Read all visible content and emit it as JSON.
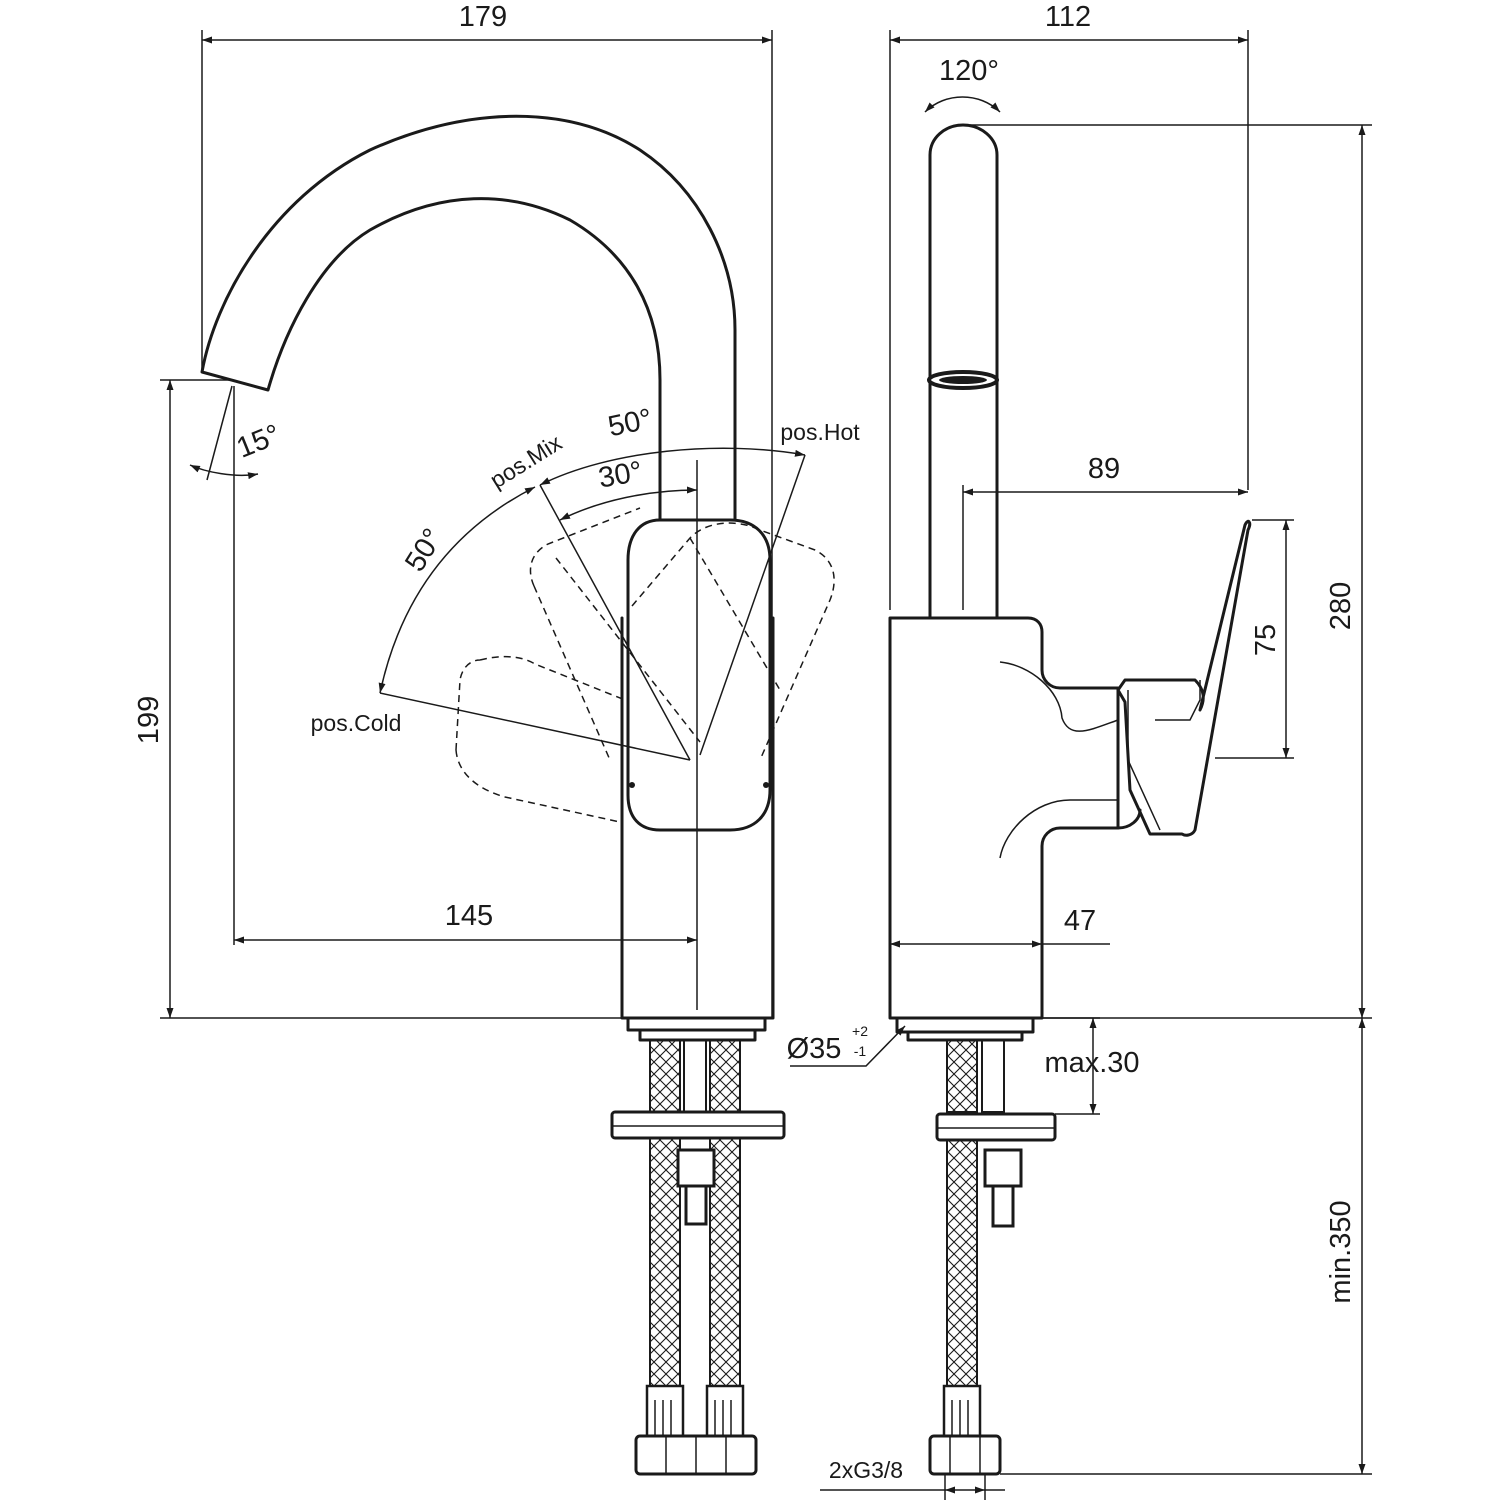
{
  "front_view": {
    "dim_width": "179",
    "dim_height": "199",
    "dim_reach": "145",
    "dim_spout_angle": "15°",
    "lever_angle_outer": "50°",
    "lever_angle_inner": "30°",
    "lever_angle_left": "50°",
    "label_pos_mix": "pos.Mix",
    "label_pos_hot": "pos.Hot",
    "label_pos_cold": "pos.Cold"
  },
  "side_view": {
    "dim_depth": "112",
    "dim_swivel": "120°",
    "dim_lever_reach": "89",
    "dim_lever_height": "75",
    "dim_total_height": "280",
    "dim_body_depth": "47",
    "dim_hole_diameter": "Ø35",
    "tol_plus": "+2",
    "tol_minus": "-1",
    "dim_max_thickness": "max.30",
    "dim_hose_length": "min.350",
    "connection": "2xG3/8"
  },
  "colors": {
    "line": "#1a1a1a",
    "background": "#ffffff"
  }
}
